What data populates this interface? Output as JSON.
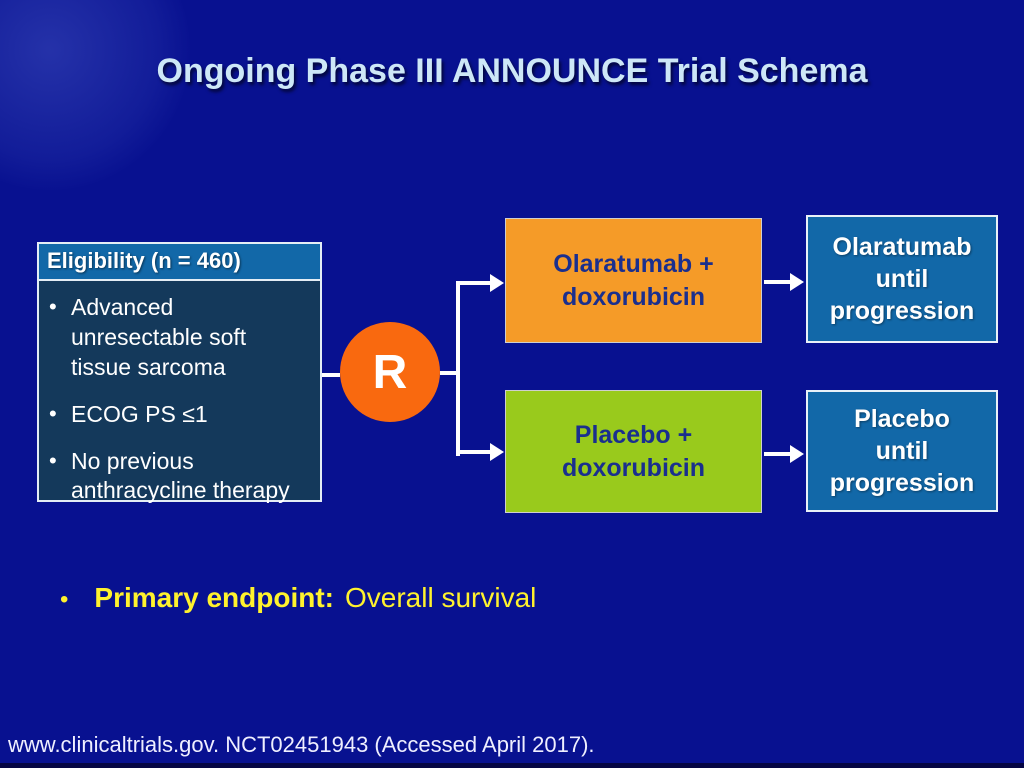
{
  "title": "Ongoing Phase III ANNOUNCE Trial Schema",
  "eligibility": {
    "header": "Eligibility (n = 460)",
    "bullet_char": "•",
    "bullets": [
      "Advanced unresectable soft tissue sarcoma",
      "ECOG PS ≤1",
      "No previous anthracycline therapy"
    ]
  },
  "randomization": {
    "label": "R"
  },
  "arms": [
    {
      "treatment": [
        "Olaratumab +",
        "doxorubicin"
      ],
      "continuation": [
        "Olaratumab",
        "until",
        "progression"
      ]
    },
    {
      "treatment": [
        "Placebo +",
        "doxorubicin"
      ],
      "continuation": [
        "Placebo",
        "until",
        "progression"
      ]
    }
  ],
  "endpoint": {
    "bullet": "•",
    "label": "Primary endpoint:",
    "value": "Overall survival"
  },
  "footer": "www.clinicaltrials.gov. NCT02451943 (Accessed April 2017).",
  "colors": {
    "background": "#081190",
    "title_text": "#CDE7F7",
    "steel_blue_box": "#1268A8",
    "eligibility_body": "#14395B",
    "orange_box": "#F59B28",
    "green_box": "#99CA1C",
    "randomization_circle": "#F9690F",
    "navy_box_text": "#1A2F8E",
    "endpoint_yellow": "#FFF22D",
    "connector": "#FFFFFF"
  }
}
